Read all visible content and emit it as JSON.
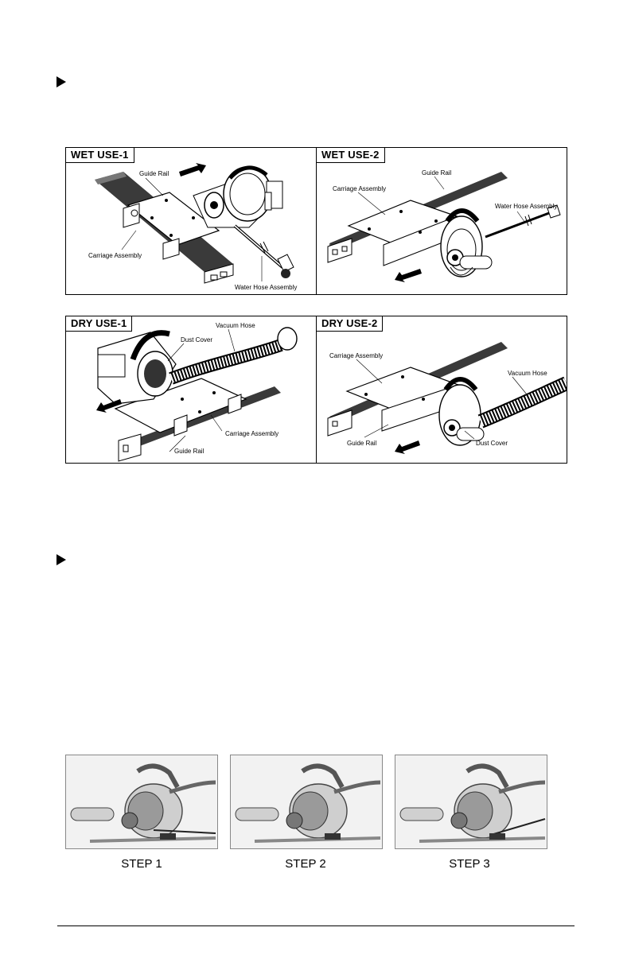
{
  "panels": {
    "wet1": {
      "title": "WET USE-1",
      "labels": {
        "guide_rail": "Guide Rail",
        "carriage": "Carriage Assembly",
        "hose": "Water Hose Assembly"
      }
    },
    "wet2": {
      "title": "WET USE-2",
      "labels": {
        "guide_rail": "Guide Rail",
        "carriage": "Carriage Assembly",
        "hose": "Water Hose Assembly"
      }
    },
    "dry1": {
      "title": "DRY USE-1",
      "labels": {
        "dust_cover": "Dust Cover",
        "vacuum": "Vacuum Hose",
        "carriage": "Carriage Assembly",
        "guide_rail": "Guide Rail"
      }
    },
    "dry2": {
      "title": "DRY USE-2",
      "labels": {
        "carriage": "Carriage Assembly",
        "vacuum": "Vacuum Hose",
        "guide_rail": "Guide Rail",
        "dust_cover": "Dust Cover"
      }
    }
  },
  "steps": [
    {
      "label": "STEP 1"
    },
    {
      "label": "STEP 2"
    },
    {
      "label": "STEP 3"
    }
  ]
}
